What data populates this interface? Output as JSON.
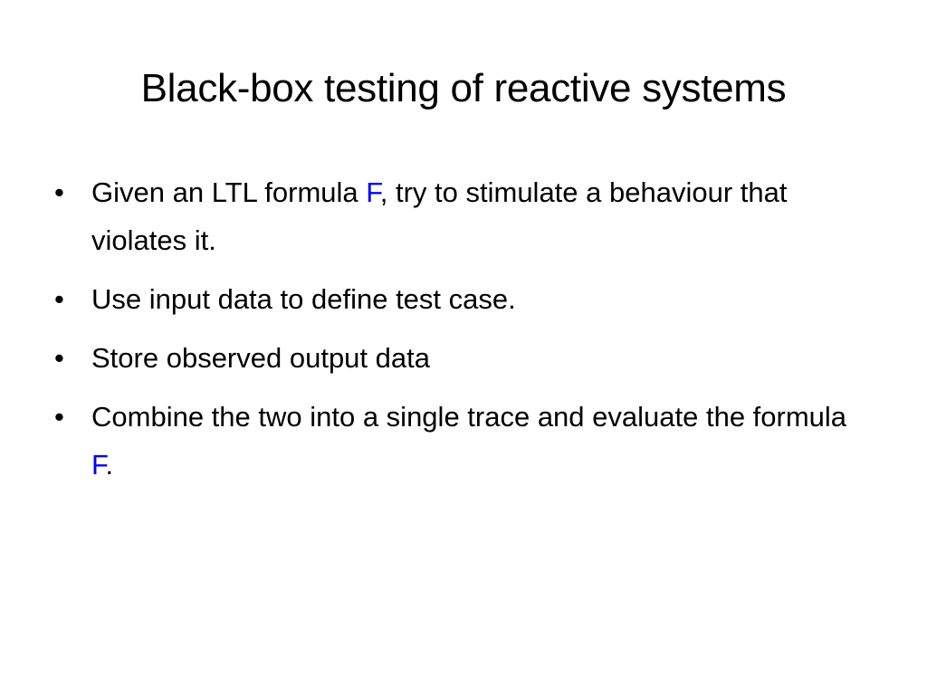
{
  "slide": {
    "title": "Black-box testing of reactive systems",
    "bullets": [
      {
        "before": "Given an LTL formula ",
        "highlight": "F",
        "after": ", try to stimulate a behaviour that violates it."
      },
      {
        "text": "Use input data to define test case."
      },
      {
        "text": "Store observed output data"
      },
      {
        "before": "Combine the two into a single trace and evaluate the formula ",
        "highlight": "F",
        "after": "."
      }
    ]
  },
  "colors": {
    "background": "#ffffff",
    "text": "#000000",
    "formula_highlight": "#0000ff"
  }
}
